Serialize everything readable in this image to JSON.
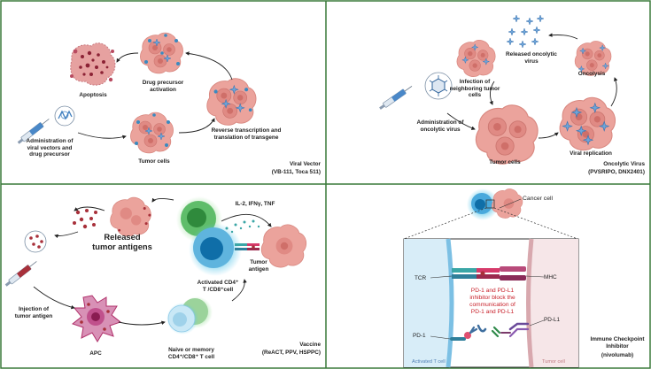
{
  "colors": {
    "panel_border": "#3a7a3a",
    "cell_pink": "#e89a94",
    "cell_dark": "#d6706a",
    "virus_blue": "#4a88c8",
    "tcell_blue": "#2a8fc8",
    "tcell_green": "#86cc86",
    "antigen_red": "#a8303a",
    "apc_purple": "#b0306a",
    "annotation_red": "#c8202a"
  },
  "viral_vector": {
    "apoptosis": "Apoptosis",
    "drug_activation": "Drug precursor\nactivation",
    "administration": "Administration of\nviral vectors and\ndrug precursor",
    "tumor_cells": "Tumor cells",
    "reverse_transcription": "Reverse transcription and\ntranslation of  transgene",
    "title": "Viral Vector",
    "examples": "(VB-111, Toca 511)"
  },
  "oncolytic_virus": {
    "released": "Released oncolytic\nvirus",
    "oncolysis": "Oncolysis",
    "infection": "Infection of\nneighboring tumor\ncells",
    "administration": "Administration of\noncolytic virus",
    "tumor_cells": "Tumor cells",
    "viral_replication": "Viral replication",
    "title": "Oncolytic Virus",
    "examples": "(PVSRIPO, DNX2401)"
  },
  "vaccine": {
    "released_antigens": "Released\ntumor antigens",
    "cytokines": "IL-2, IFNγ, TNF",
    "tumor_antigen": "Tumor\nantigen",
    "activated_cell": "Activated CD4⁺\nT /CD8⁺cell",
    "injection": "Injection of\ntumor antigen",
    "apc": "APC",
    "naive_cell": "Naive or memory\nCD4⁺/CD8⁺ T cell",
    "title": "Vaccine",
    "examples": "(ReACT, PPV, HSPPC)"
  },
  "checkpoint": {
    "cancer_cell": "Cancer cell",
    "tcr": "TCR",
    "mhc": "MHC",
    "inhibitor_text": "PD-1 and PD-L1\ninhibitor block the\ncommunication of\nPD-1 and PD-L1",
    "pd1": "PD-1",
    "pdl1": "PD-L1",
    "activated_t": "Activated T cell",
    "tumor_cell": "Tumor cell",
    "title": "Immune Checkpoint\nInhibitor",
    "examples": "(nivolumab)"
  }
}
